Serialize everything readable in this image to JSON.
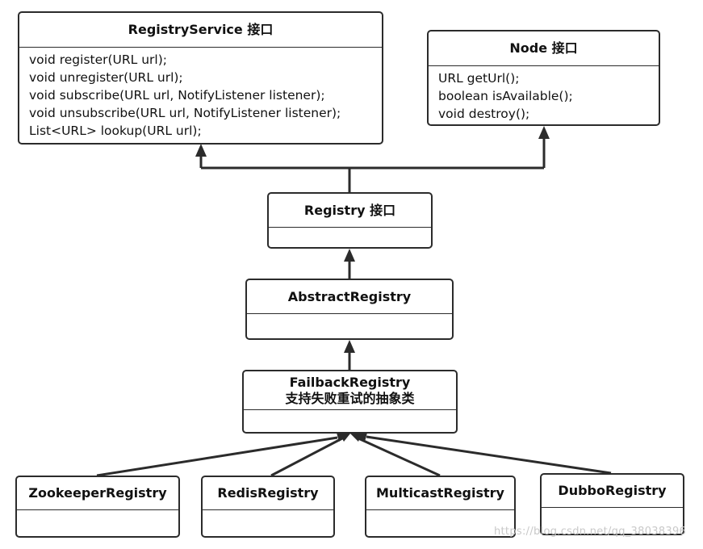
{
  "registry_service": {
    "title": "RegistryService 接口",
    "methods": [
      "void register(URL url);",
      "void unregister(URL url);",
      "void subscribe(URL url, NotifyListener listener);",
      "void unsubscribe(URL url, NotifyListener listener);",
      "List<URL> lookup(URL url);"
    ]
  },
  "node": {
    "title": "Node 接口",
    "methods": [
      "URL getUrl();",
      "boolean isAvailable();",
      "void destroy();"
    ]
  },
  "registry": {
    "title": "Registry 接口"
  },
  "abstract_registry": {
    "title": "AbstractRegistry"
  },
  "failback_registry": {
    "title_line1": "FailbackRegistry",
    "title_line2": "支持失败重试的抽象类"
  },
  "zookeeper_registry": {
    "title": "ZookeeperRegistry"
  },
  "redis_registry": {
    "title": "RedisRegistry"
  },
  "multicast_registry": {
    "title": "MulticastRegistry"
  },
  "dubbo_registry": {
    "title": "DubboRegistry"
  },
  "watermark": "https://blog.csdn.net/qq_38038396",
  "colors": {
    "line": "#2b2b2b",
    "border": "#2b2b2b",
    "watermark": "#c9c9c9"
  }
}
